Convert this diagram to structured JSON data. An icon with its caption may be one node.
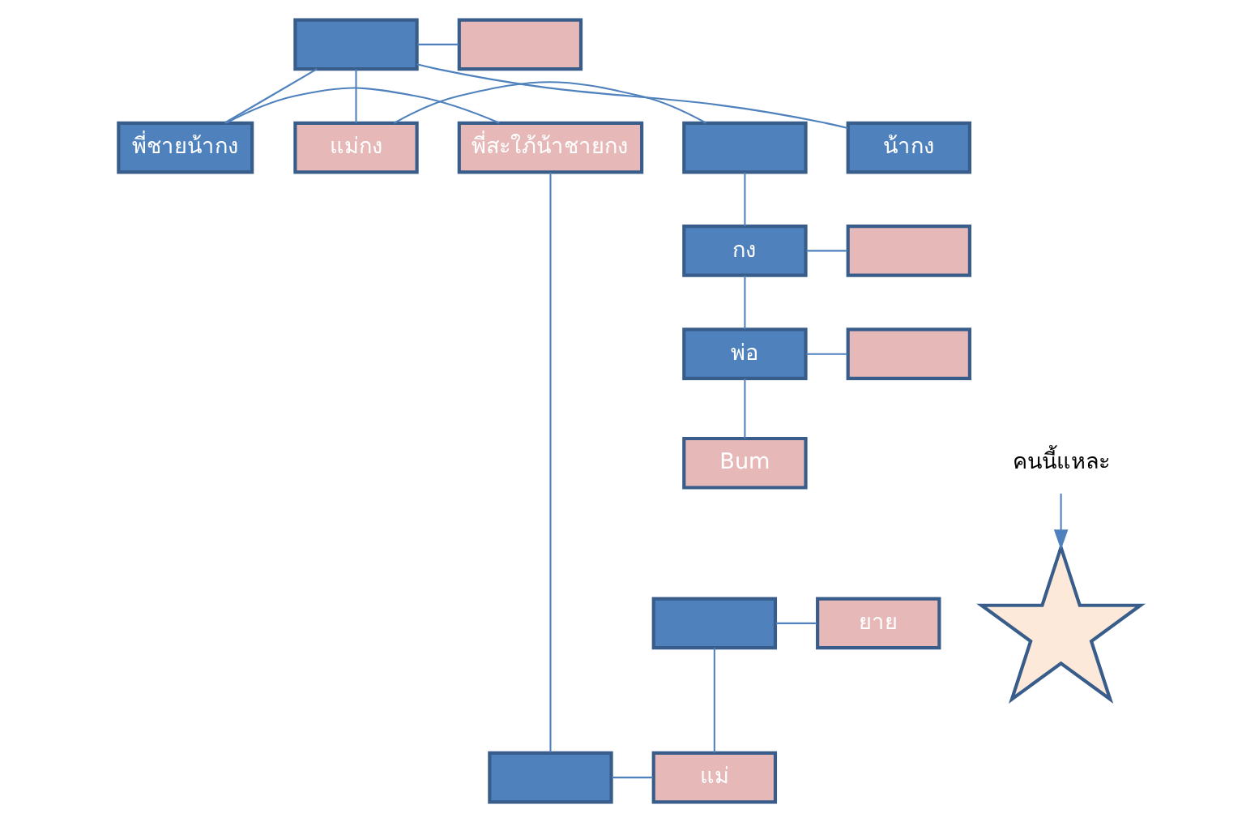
{
  "diagram": {
    "nodes": [
      {
        "text": [],
        "shape": "box"
      },
      {
        "text": [],
        "shape": "box"
      },
      {
        "text": [],
        "shape": "box"
      },
      {
        "text": [
          "ยาย"
        ]
      },
      {
        "text": [],
        "shape": "star"
      },
      {
        "text": [],
        "shape": "box"
      },
      {
        "text": [
          "แม่"
        ]
      },
      {
        "text": [],
        "shape": "box"
      },
      {
        "text": [
          "แม่กง"
        ]
      },
      {
        "text": [
          "น้ากง"
        ]
      },
      {
        "text": [
          "พี่ชายน้ากง"
        ]
      },
      {
        "text": [
          "พี่สะใภ้น้าชายกง"
        ]
      },
      {
        "text": [
          "กง"
        ]
      },
      {
        "text": [],
        "shape": "box"
      },
      {
        "text": [
          "พ่อ"
        ]
      },
      {
        "text": [],
        "shape": "box"
      },
      {
        "text": [
          "Bum"
        ]
      },
      {
        "text": [
          "คนนี้แหละ"
        ]
      }
    ],
    "edges": [
      {
        "from": 0,
        "to": 1,
        "arrow": "none"
      },
      {
        "from": 2,
        "to": 3,
        "arrow": "none"
      },
      {
        "from": 5,
        "to": 6,
        "arrow": "none"
      },
      {
        "from": 0,
        "to": 8,
        "arrow": "none"
      },
      {
        "from": 0,
        "to": 9,
        "arrow": "none"
      },
      {
        "from": 0,
        "to": 10,
        "arrow": "none"
      },
      {
        "from": 7,
        "to": 8,
        "arrow": "none"
      },
      {
        "from": 2,
        "to": 6,
        "arrow": "none"
      },
      {
        "from": 10,
        "to": 11,
        "arrow": "none"
      },
      {
        "from": 5,
        "to": 11,
        "arrow": "none"
      },
      {
        "from": 7,
        "to": 12,
        "arrow": "none"
      },
      {
        "from": 12,
        "to": 13,
        "arrow": "none"
      },
      {
        "from": 12,
        "to": 14,
        "arrow": "none"
      },
      {
        "from": 14,
        "to": 15,
        "arrow": "none"
      },
      {
        "from": 14,
        "to": 16,
        "arrow": "none"
      },
      {
        "from": 17,
        "to": 4,
        "arrow": "to"
      }
    ]
  }
}
